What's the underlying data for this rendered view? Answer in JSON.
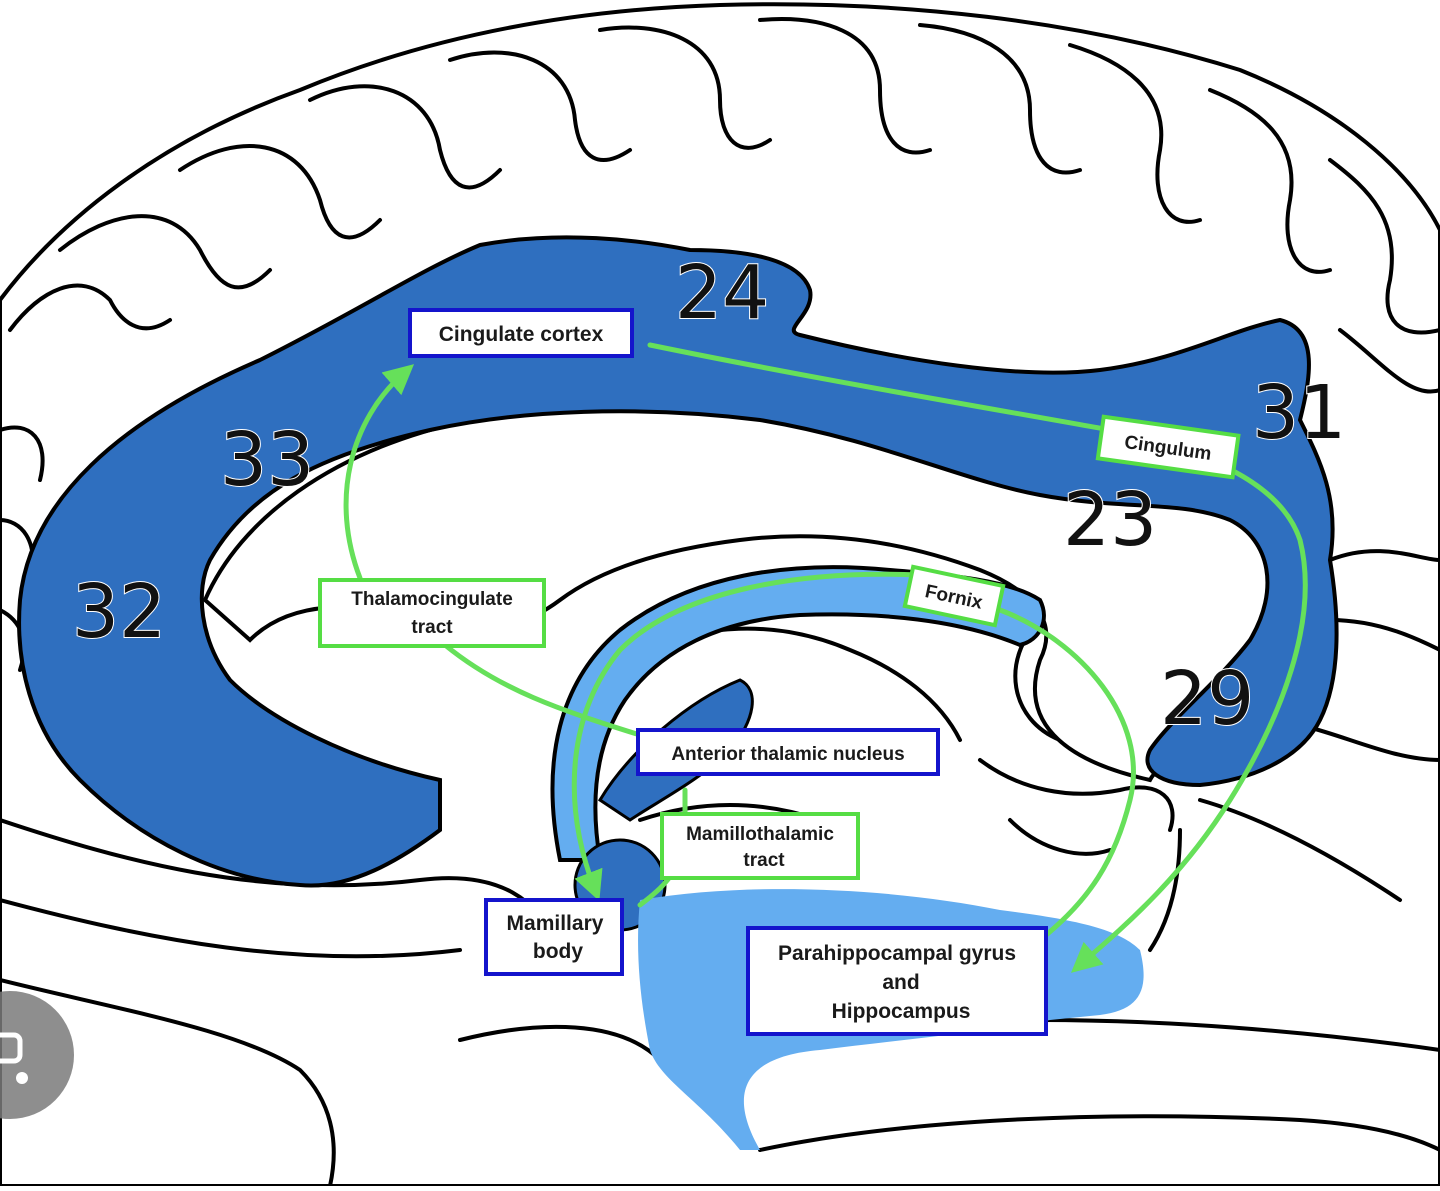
{
  "colors": {
    "cingulate_blue": "#2f6fbf",
    "light_blue": "#64adf0",
    "pathway_green": "#66e05a",
    "box_blue_border": "#1414cc",
    "box_green_border": "#55dd44",
    "outline": "#000000"
  },
  "areas": {
    "a24": "24",
    "a31": "31",
    "a33": "33",
    "a32": "32",
    "a23": "23",
    "a29": "29"
  },
  "labels": {
    "cingulate_cortex": "Cingulate cortex",
    "cingulum": "Cingulum",
    "fornix": "Fornix",
    "thalamocingulate_1": "Thalamocingulate",
    "thalamocingulate_2": "tract",
    "anterior_thalamic_nucleus": "Anterior thalamic nucleus",
    "mamillothalamic_1": "Mamillothalamic",
    "mamillothalamic_2": "tract",
    "mamillary_1": "Mamillary",
    "mamillary_2": "body",
    "parahippocampal_1": "Parahippocampal gyrus",
    "parahippocampal_2": "and",
    "parahippocampal_3": "Hippocampus"
  },
  "overlay": {
    "icon": "image-search-icon"
  }
}
